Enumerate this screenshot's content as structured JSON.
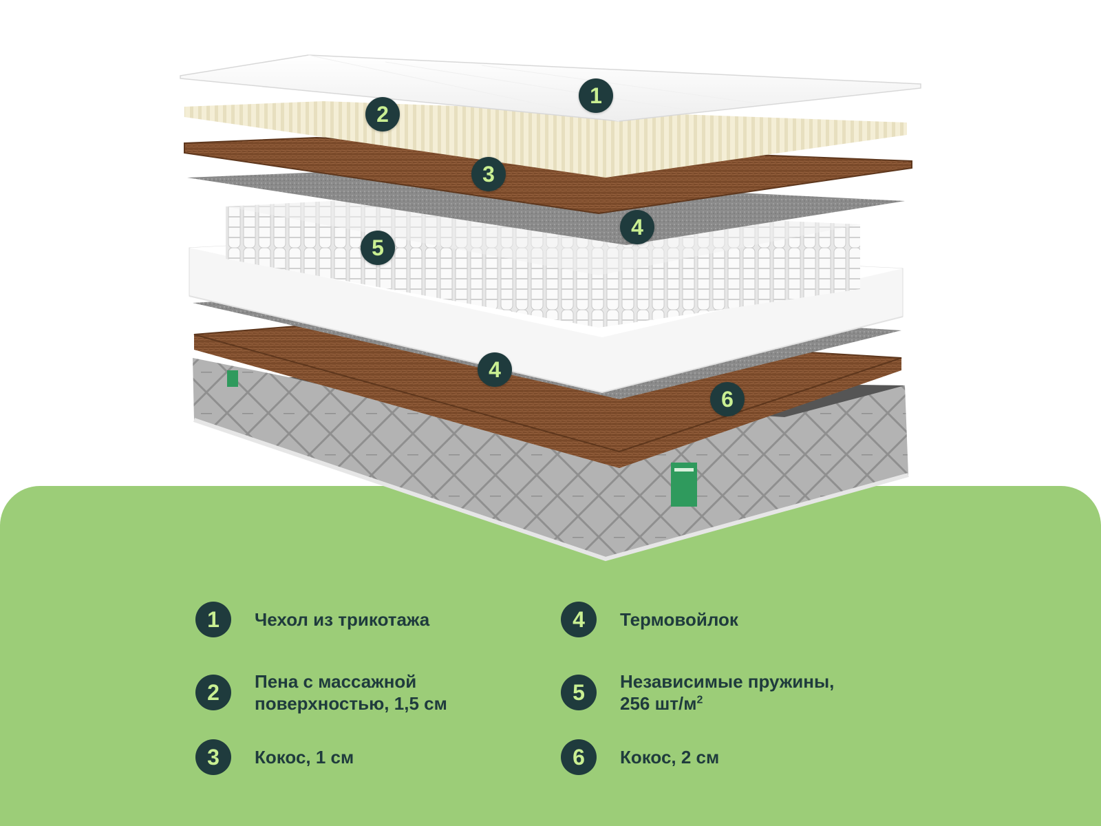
{
  "colors": {
    "panel": "#9ccd78",
    "badge": "#1f3b3d",
    "badge_text": "#c9ef92",
    "coconut": "#7a4a2a",
    "felt": "#8a8a8a",
    "foam": "#f7f2dc",
    "cover": "#ffffff",
    "base": "#b7b7b7"
  },
  "layers": [
    {
      "num": "1",
      "name": "cover"
    },
    {
      "num": "2",
      "name": "massage-foam"
    },
    {
      "num": "3",
      "name": "coconut-top"
    },
    {
      "num": "4",
      "name": "felt-top"
    },
    {
      "num": "5",
      "name": "springs"
    },
    {
      "num": "4",
      "name": "felt-bottom"
    },
    {
      "num": "6",
      "name": "coconut-bottom"
    }
  ],
  "legend": [
    {
      "num": "1",
      "line1": "Чехол из трикотажа",
      "line2": "",
      "sup": ""
    },
    {
      "num": "2",
      "line1": "Пена с массажной",
      "line2": "поверхностью, 1,5 см",
      "sup": ""
    },
    {
      "num": "3",
      "line1": "Кокос, 1 см",
      "line2": "",
      "sup": ""
    },
    {
      "num": "4",
      "line1": "Термовойлок",
      "line2": "",
      "sup": ""
    },
    {
      "num": "5",
      "line1": "Независимые пружины,",
      "line2": "256 шт/м",
      "sup": "2"
    },
    {
      "num": "6",
      "line1": "Кокос, 2 см",
      "line2": "",
      "sup": ""
    }
  ]
}
